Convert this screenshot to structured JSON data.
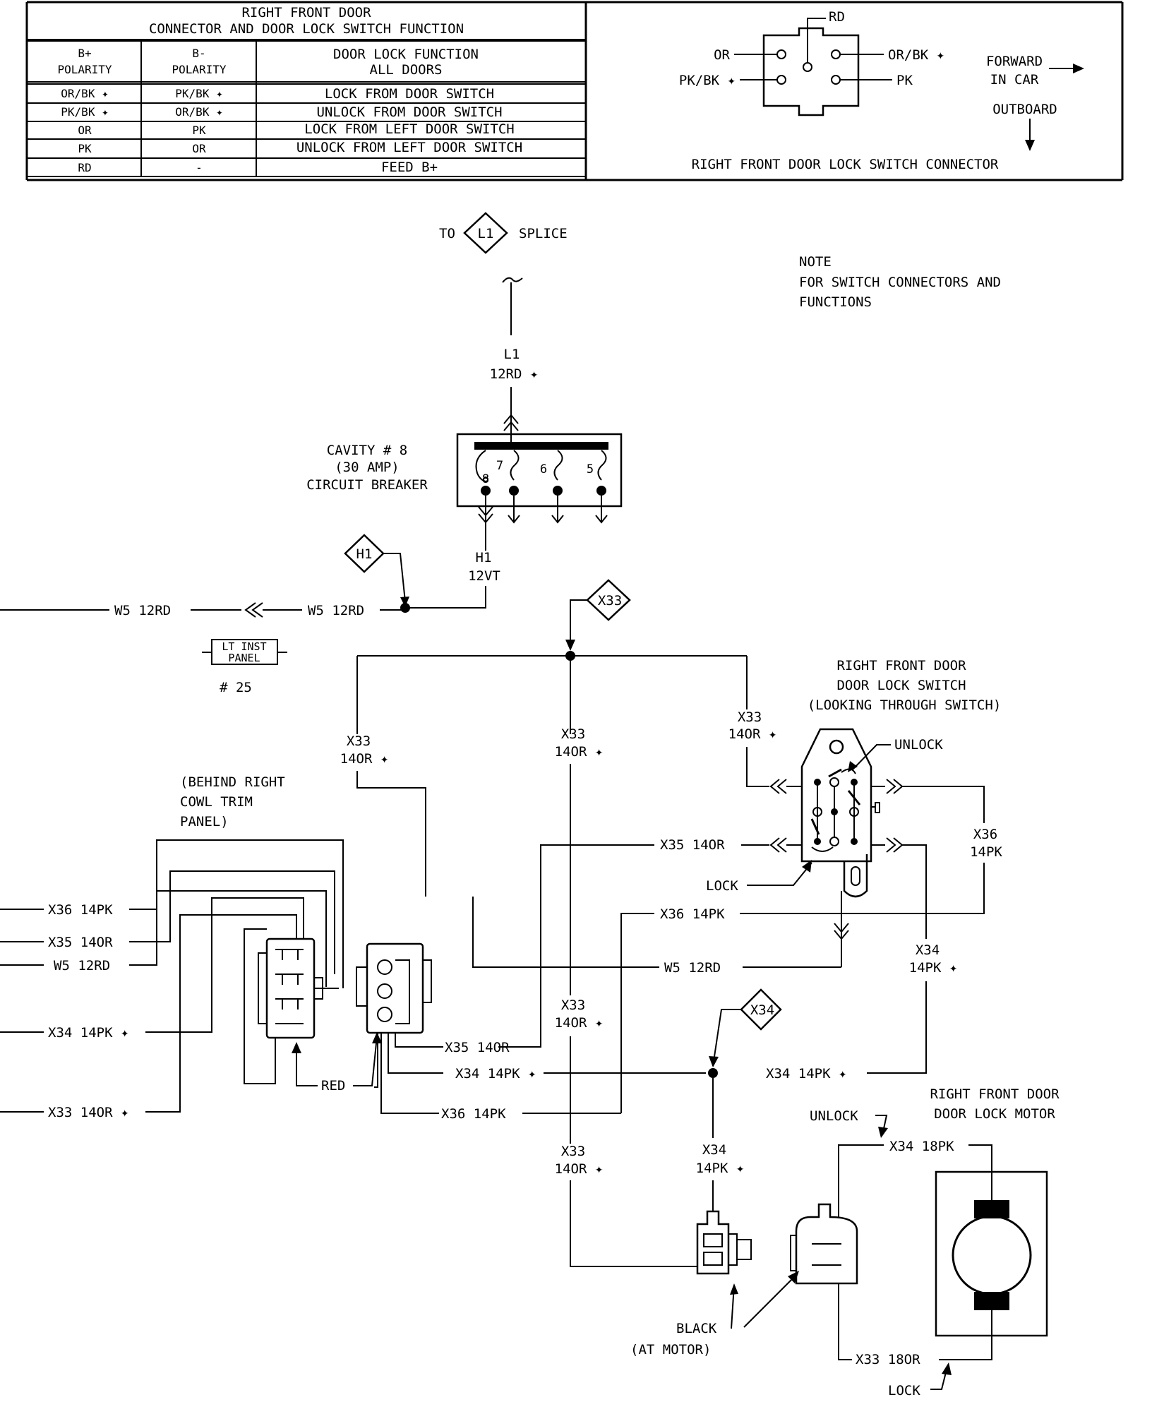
{
  "table": {
    "title1": "RIGHT FRONT DOOR",
    "title2": "CONNECTOR AND DOOR LOCK SWITCH FUNCTION",
    "hdr_bplus": [
      "B+",
      "POLARITY"
    ],
    "hdr_bminus": [
      "B-",
      "POLARITY"
    ],
    "hdr_func": [
      "DOOR LOCK FUNCTION",
      "ALL DOORS"
    ],
    "rows": [
      {
        "bp": "OR/BK ✦",
        "bm": "PK/BK ✦",
        "fn": "LOCK FROM DOOR SWITCH"
      },
      {
        "bp": "PK/BK ✦",
        "bm": "OR/BK ✦",
        "fn": "UNLOCK FROM DOOR SWITCH"
      },
      {
        "bp": "OR",
        "bm": "PK",
        "fn": "LOCK FROM LEFT DOOR SWITCH"
      },
      {
        "bp": "PK",
        "bm": "OR",
        "fn": "UNLOCK FROM LEFT DOOR SWITCH"
      },
      {
        "bp": "RD",
        "bm": "-",
        "fn": "FEED B+"
      }
    ]
  },
  "connector": {
    "rd": "RD",
    "or": "OR",
    "orbk": "OR/BK ✦",
    "pkbk": "PK/BK ✦",
    "pk": "PK",
    "forward1": "FORWARD",
    "forward2": "IN CAR",
    "outboard": "OUTBOARD",
    "caption": "RIGHT FRONT DOOR LOCK SWITCH CONNECTOR"
  },
  "splice": {
    "to": "TO",
    "id": "L1",
    "label": "SPLICE"
  },
  "note": [
    "NOTE",
    "FOR SWITCH CONNECTORS AND",
    "FUNCTIONS"
  ],
  "breaker": {
    "l1a": "L1",
    "l1b": "12RD ✦",
    "cav1": "CAVITY # 8",
    "cav2": "(30 AMP)",
    "cav3": "CIRCUIT BREAKER",
    "terms": [
      "8",
      "7",
      "6",
      "5"
    ],
    "h1a": "H1",
    "h1b": "12VT",
    "h1diamond": "H1"
  },
  "wires": {
    "w5a": "W5 12RD",
    "w5b": "W5 12RD",
    "panel1": "LT INST",
    "panel2": "PANEL",
    "panel3": "# 25",
    "x33diamond": "X33",
    "x34diamond": "X34",
    "x33_left_a": "X33",
    "x33_left_b": "14OR ✦",
    "x33_mid_a": "X33",
    "x33_mid_b": "14OR ✦",
    "x33_right_a": "X33",
    "x33_right_b": "14OR ✦",
    "behind1": "(BEHIND RIGHT",
    "behind2": "COWL TRIM",
    "behind3": "PANEL)",
    "x35_mid": "X35 14OR",
    "lock": "LOCK",
    "unlock": "UNLOCK",
    "x36_right_a": "X36",
    "x36_right_b": "14PK",
    "x36_mid": "X36 14PK",
    "w5_mid": "W5 12RD",
    "x34_right_a": "X34",
    "x34_right_b": "14PK ✦",
    "x33_mid2_a": "X33",
    "x33_mid2_b": "14OR ✦",
    "left_x36": "X36 14PK",
    "left_x35": "X35 14OR",
    "left_w5": "W5 12RD",
    "left_x34": "X34 14PK ✦",
    "left_x33": "X33 14OR ✦",
    "red": "RED",
    "c_x35": "X35 14OR",
    "c_x34": "X34 14PK ✦",
    "c_x36": "X36 14PK",
    "h_x34": "X34 14PK ✦",
    "x33_low_a": "X33",
    "x33_low_b": "14OR ✦",
    "x34_low_a": "X34",
    "x34_low_b": "14PK ✦",
    "black1": "BLACK",
    "black2": "(AT MOTOR)"
  },
  "switch": {
    "t1": "RIGHT FRONT DOOR",
    "t2": "DOOR LOCK SWITCH",
    "t3": "(LOOKING THROUGH SWITCH)"
  },
  "motor": {
    "t1": "RIGHT FRONT DOOR",
    "t2": "DOOR LOCK MOTOR",
    "unlock": "UNLOCK",
    "x34": "X34 18PK",
    "x33": "X33 18OR",
    "lock": "LOCK"
  }
}
